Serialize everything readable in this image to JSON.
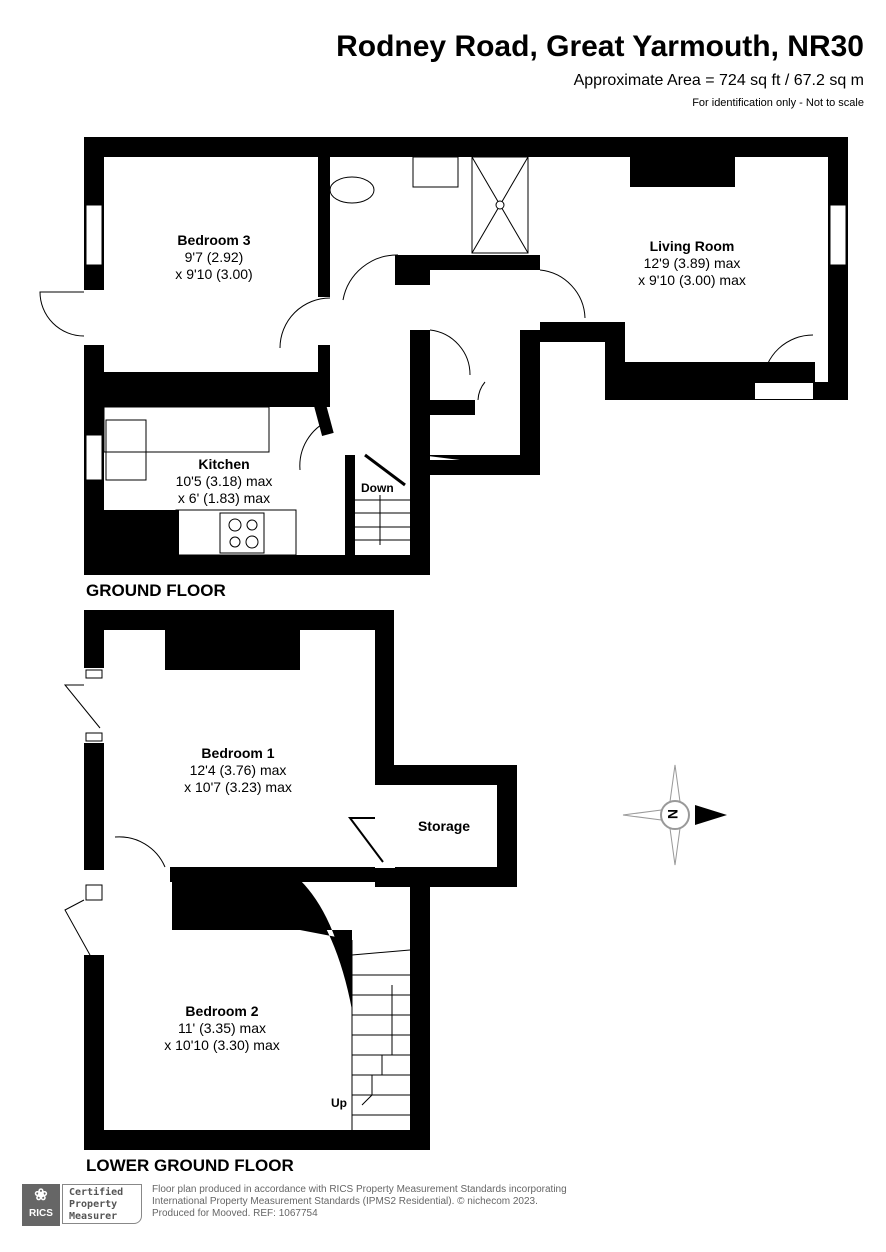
{
  "header": {
    "title": "Rodney Road, Great Yarmouth, NR30",
    "area": "Approximate Area = 724 sq ft / 67.2 sq m",
    "note": "For identification only - Not to scale"
  },
  "ground_floor": {
    "label": "GROUND FLOOR",
    "rooms": [
      {
        "name": "Bedroom 3",
        "dim1": "9'7 (2.92)",
        "dim2": "x 9'10 (3.00)"
      },
      {
        "name": "Living Room",
        "dim1": "12'9 (3.89) max",
        "dim2": "x 9'10 (3.00) max"
      },
      {
        "name": "Kitchen",
        "dim1": "10'5 (3.18) max",
        "dim2": "x 6' (1.83) max"
      }
    ],
    "stairs_label": "Down"
  },
  "lower_ground_floor": {
    "label": "LOWER GROUND FLOOR",
    "rooms": [
      {
        "name": "Bedroom 1",
        "dim1": "12'4 (3.76) max",
        "dim2": "x 10'7 (3.23) max"
      },
      {
        "name": "Storage"
      },
      {
        "name": "Bedroom 2",
        "dim1": "11' (3.35) max",
        "dim2": "x 10'10 (3.30) max"
      }
    ],
    "stairs_label": "Up"
  },
  "compass": {
    "letter": "N"
  },
  "footer": {
    "badge_logo": "RICS",
    "badge_lines": [
      "Certified",
      "Property",
      "Measurer"
    ],
    "lines": [
      "Floor plan produced in accordance with RICS Property Measurement Standards incorporating",
      "International Property Measurement Standards (IPMS2 Residential).   © nichecom 2023.",
      "Produced for Mooved.   REF: 1067754"
    ]
  }
}
